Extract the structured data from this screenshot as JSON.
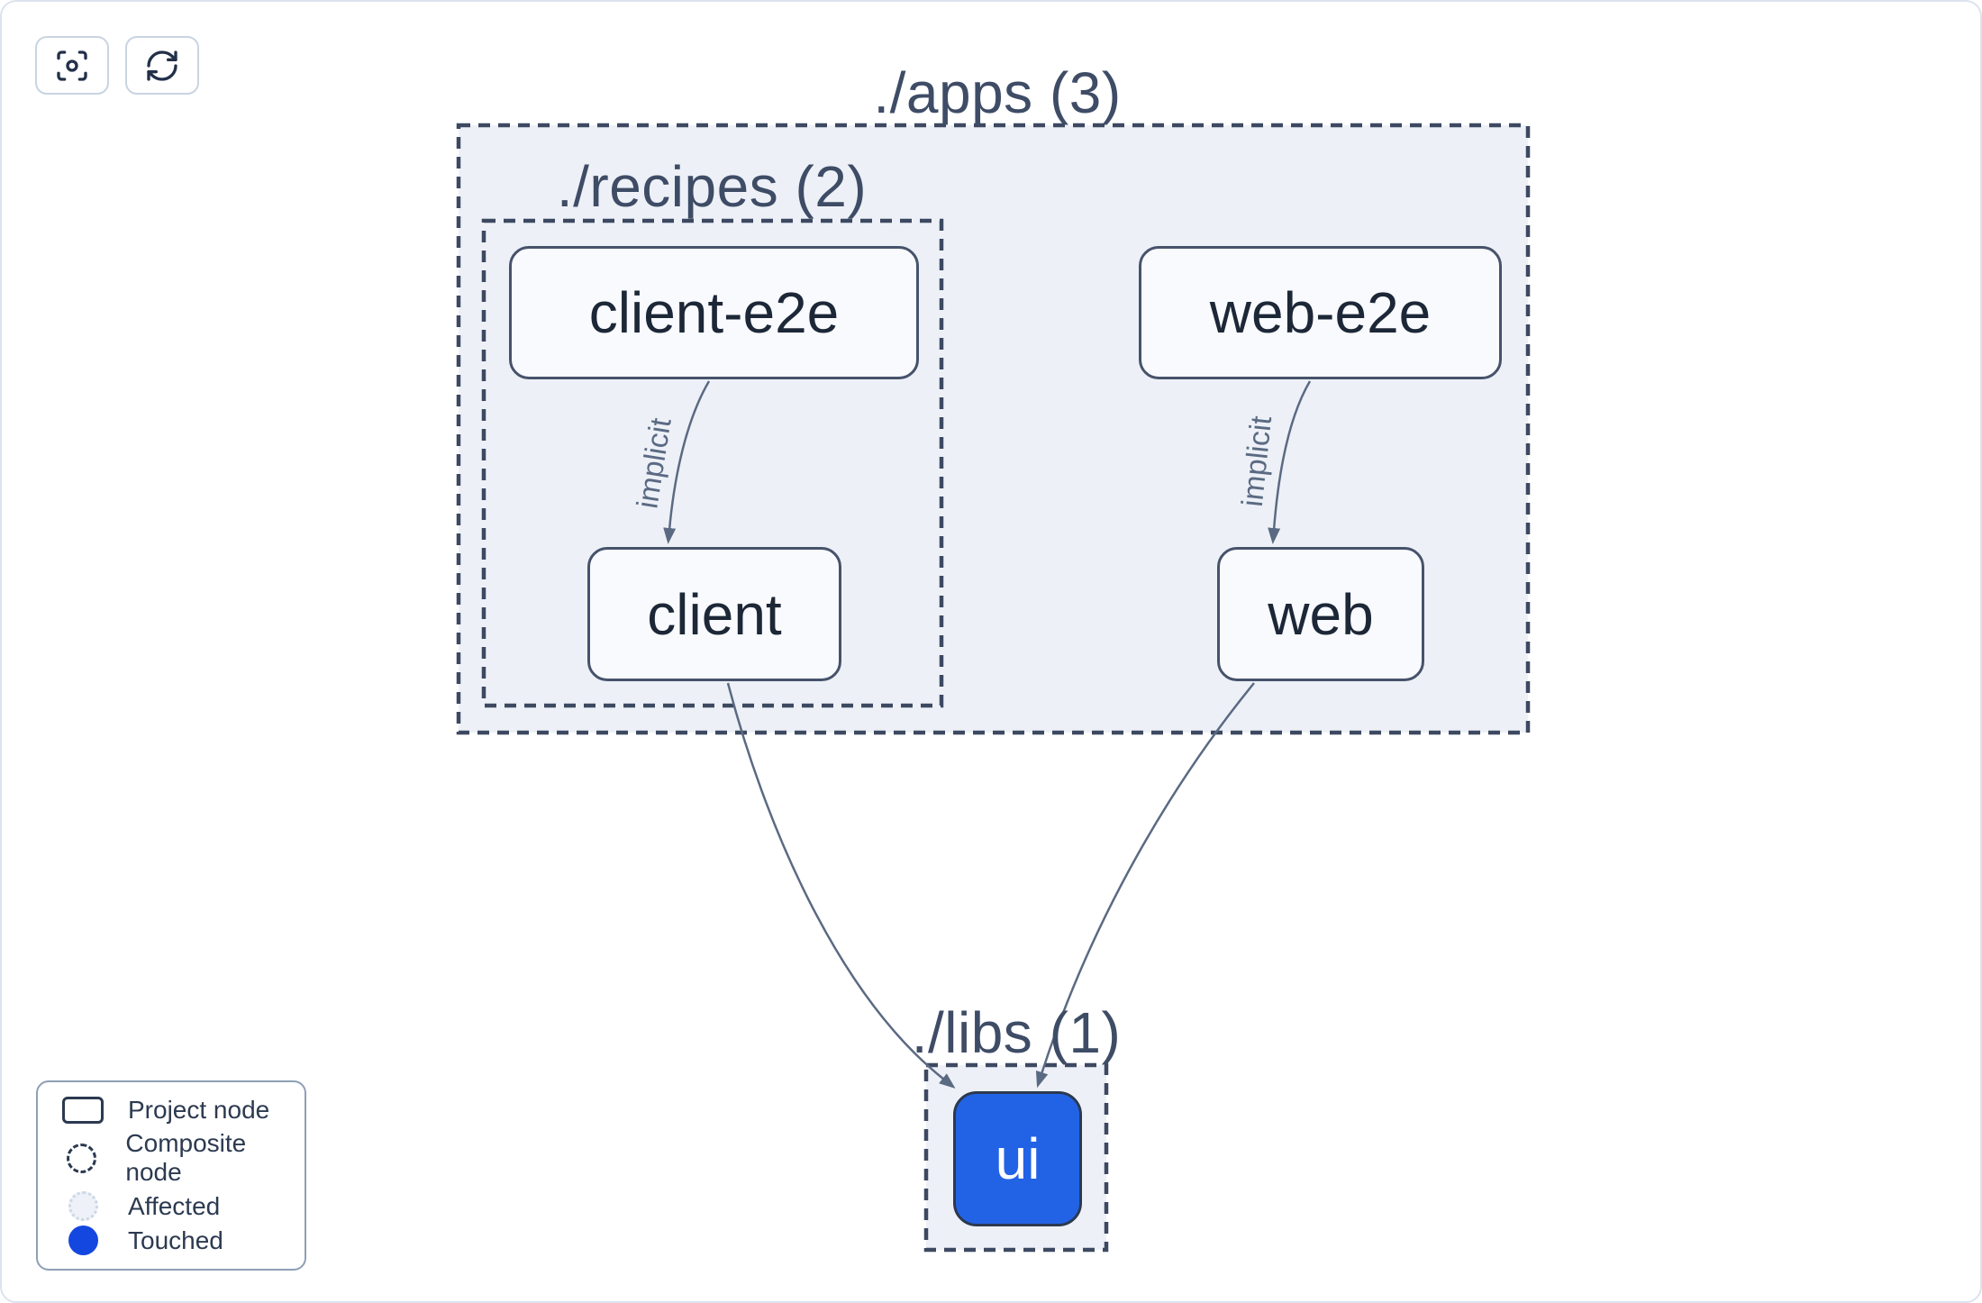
{
  "toolbar": {
    "zoom_to_fit_icon": "focus-scan-icon",
    "refresh_icon": "refresh-icon"
  },
  "graph": {
    "groups": [
      {
        "id": "apps",
        "label": "./apps (3)"
      },
      {
        "id": "recipes",
        "label": "./recipes (2)"
      },
      {
        "id": "libs",
        "label": "./libs (1)"
      }
    ],
    "nodes": [
      {
        "id": "client-e2e",
        "label": "client-e2e",
        "state": "normal"
      },
      {
        "id": "web-e2e",
        "label": "web-e2e",
        "state": "normal"
      },
      {
        "id": "client",
        "label": "client",
        "state": "normal"
      },
      {
        "id": "web",
        "label": "web",
        "state": "normal"
      },
      {
        "id": "ui",
        "label": "ui",
        "state": "touched"
      }
    ],
    "edges": [
      {
        "from": "client-e2e",
        "to": "client",
        "label": "implicit"
      },
      {
        "from": "web-e2e",
        "to": "web",
        "label": "implicit"
      },
      {
        "from": "client",
        "to": "ui",
        "label": ""
      },
      {
        "from": "web",
        "to": "ui",
        "label": ""
      }
    ]
  },
  "legend": {
    "items": [
      {
        "icon": "project-node-icon",
        "label": "Project node"
      },
      {
        "icon": "composite-node-icon",
        "label": "Composite node"
      },
      {
        "icon": "affected-icon",
        "label": "Affected"
      },
      {
        "icon": "touched-icon",
        "label": "Touched"
      }
    ]
  },
  "colors": {
    "group_fill": "#edf1f7",
    "group_border": "#3d4961",
    "node_fill": "#f9fafd",
    "node_border": "#47536b",
    "node_text": "#1c2737",
    "edge": "#5b6a83",
    "group_title": "#3e4c66",
    "touched_node_fill": "#2263e6",
    "touched_legend_fill": "#1447e0",
    "canvas_border": "#dce3ee"
  }
}
